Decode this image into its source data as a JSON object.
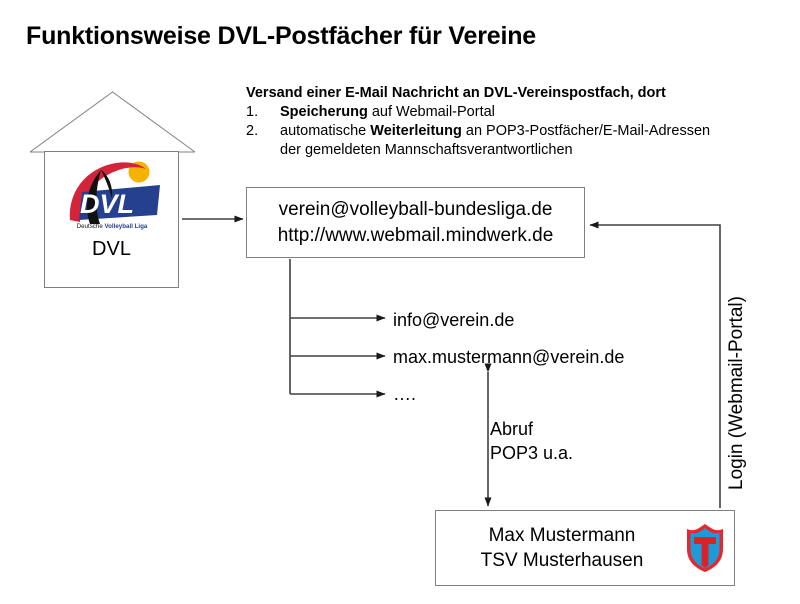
{
  "title": "Funktionsweise DVL-Postfächer für Vereine",
  "description": {
    "headline": "Versand einer E-Mail Nachricht an DVL-Vereinspostfach, dort",
    "items": [
      {
        "number": "1.",
        "parts": [
          {
            "text": "Speicherung",
            "bold": true
          },
          {
            "text": " auf Webmail-Portal",
            "bold": false
          }
        ]
      },
      {
        "number": "2.",
        "parts": [
          {
            "text": "automatische ",
            "bold": false
          },
          {
            "text": "Weiterleitung",
            "bold": true
          },
          {
            "text": " an POP3-Postfächer/E-Mail-Adressen",
            "bold": false
          }
        ],
        "continuation": "der gemeldeten Mannschaftsverantwortlichen"
      }
    ]
  },
  "house": {
    "label": "DVL",
    "logo": {
      "name": "dvl-logo",
      "wordmark": "DVL",
      "subtitle_plain": "Deutsche ",
      "subtitle_bold": "Volleyball Liga",
      "colors": {
        "plate": "#24408E",
        "swoosh": "#D3243A",
        "figure": "#111111",
        "ball": "#F5B300",
        "wordmark": "#FFFFFF"
      }
    }
  },
  "mailbox": {
    "name": "dvl-club-mailbox",
    "lines": [
      "verein@volleyball-bundesliga.de",
      "http://www.webmail.mindwerk.de"
    ]
  },
  "recipients": [
    "info@verein.de",
    "max.mustermann@verein.de",
    "…."
  ],
  "retrieval_label": {
    "line1": "Abruf",
    "line2": "POP3 u.a."
  },
  "login_label": "Login (Webmail-Portal)",
  "member": {
    "name": "Max Mustermann",
    "club": "TSV Musterhausen",
    "shield": {
      "name": "club-shield-logo",
      "colors": {
        "border": "#E8262B",
        "field": "#1E9AD6",
        "charge": "#D8232A"
      }
    }
  },
  "colors": {
    "line": "#404040",
    "box_border": "#808080",
    "text": "#000000",
    "background": "#FFFFFF"
  }
}
